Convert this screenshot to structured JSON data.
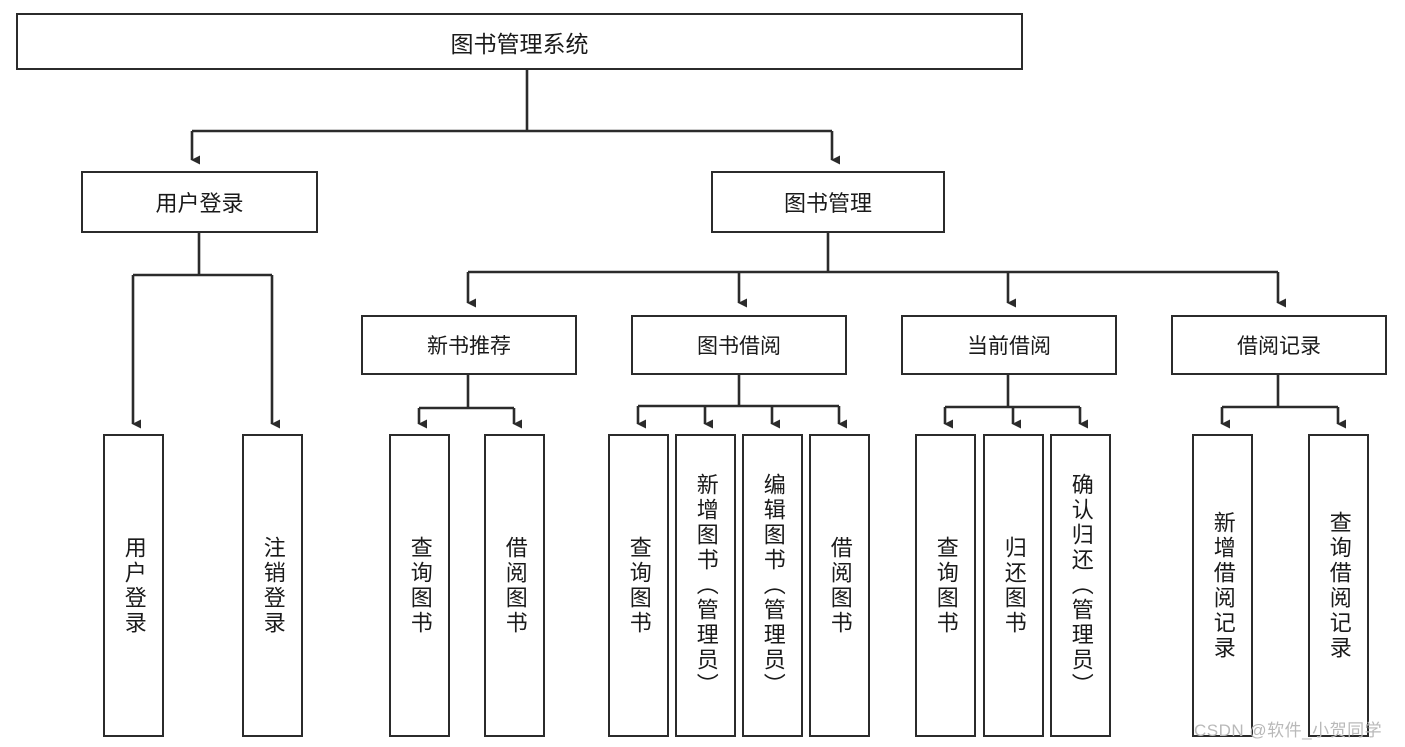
{
  "diagram": {
    "title": "图书管理系统",
    "type": "tree-hierarchy",
    "watermark": "CSDN @软件_小贺同学",
    "colors": {
      "background": "#ffffff",
      "border": "#2b2b2b",
      "text": "#1a1a1a",
      "edge": "#2b2b2b",
      "watermark": "#b9b9b9"
    },
    "root": {
      "label": "图书管理系统"
    },
    "level2": [
      {
        "label": "用户登录"
      },
      {
        "label": "图书管理"
      }
    ],
    "level3": [
      {
        "label": "新书推荐"
      },
      {
        "label": "图书借阅"
      },
      {
        "label": "当前借阅"
      },
      {
        "label": "借阅记录"
      }
    ],
    "leaves": {
      "user_login": [
        {
          "label": "用户登录"
        },
        {
          "label": "注销登录"
        }
      ],
      "new_book_recommend": [
        {
          "label": "查询图书"
        },
        {
          "label": "借阅图书"
        }
      ],
      "book_borrow": [
        {
          "label": "查询图书"
        },
        {
          "label": "新增图书（管理员）"
        },
        {
          "label": "编辑图书（管理员）"
        },
        {
          "label": "借阅图书"
        }
      ],
      "current_borrow": [
        {
          "label": "查询图书"
        },
        {
          "label": "归还图书"
        },
        {
          "label": "确认归还（管理员）"
        }
      ],
      "borrow_record": [
        {
          "label": "新增借阅记录"
        },
        {
          "label": "查询借阅记录"
        }
      ]
    }
  }
}
